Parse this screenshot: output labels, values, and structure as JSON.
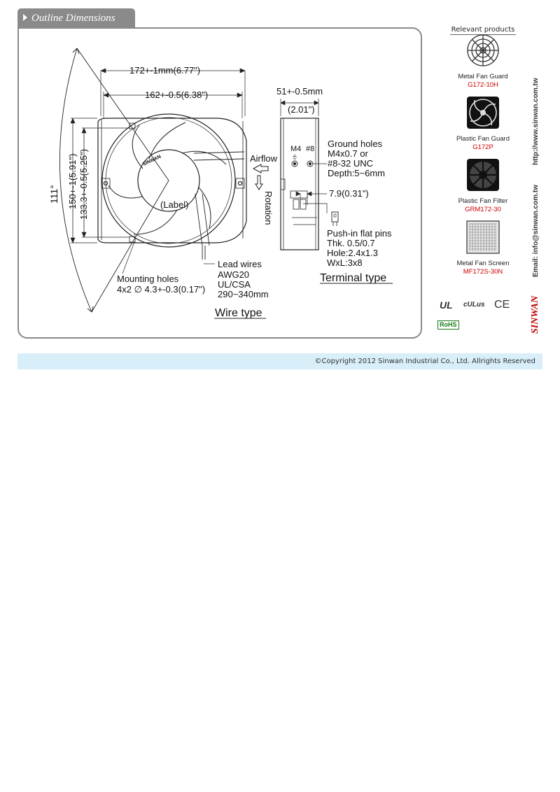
{
  "section": {
    "title": "Outline Dimensions"
  },
  "drawing": {
    "dim_172": "172+-1mm(6.77\")",
    "dim_162": "162+-0.5(6.38\")",
    "dim_150": "150+-1(5.91\")",
    "dim_133": "133.3+-0.5(5.25\")",
    "dim_111": "111°",
    "brand_on_fan": "SINWAN",
    "label_text": "(Label)",
    "airflow": "Airflow",
    "rotation": "Rotation",
    "mounting_holes_title": "Mounting holes",
    "mounting_holes_spec": "4x2 ∅ 4.3+-0.3(0.17\")",
    "lead_wires_title": "Lead wires",
    "lead_wires_awg": "AWG20",
    "lead_wires_ul": "UL/CSA",
    "lead_wires_len": "290~340mm",
    "wire_type": "Wire type",
    "dim_51": "51+-0.5mm",
    "dim_201": "(2.01\")",
    "m4": "M4",
    "hash8": "#8",
    "ground_title": "Ground holes",
    "ground_m4": "M4x0.7 or",
    "ground_unc": "#8-32 UNC",
    "ground_depth": "Depth:5~6mm",
    "dim_79": "7.9(0.31\")",
    "pins_title": "Push-in flat pins",
    "pins_thk": "Thk. 0.5/0.7",
    "pins_hole": "Hole:2.4x1.3",
    "pins_wxl": "WxL:3x8",
    "terminal_type": "Terminal type"
  },
  "sidebar": {
    "header": "Relevant products",
    "products": [
      {
        "name": "Metal Fan Guard",
        "code": "G172-10H",
        "icon": "metal-fan-guard-icon"
      },
      {
        "name": "Plastic Fan Guard",
        "code": "G172P",
        "icon": "plastic-fan-guard-icon"
      },
      {
        "name": "Plastic Fan Filter",
        "code": "GRM172-30",
        "icon": "plastic-fan-filter-icon"
      },
      {
        "name": "Metal Fan Screen",
        "code": "MF172S-30N",
        "icon": "metal-fan-screen-icon"
      }
    ],
    "website": "http://www.sinwan.com.tw",
    "email": "Email: info@sinwan.com.tw",
    "brand": "SINWAN",
    "certs": {
      "ul": "UL",
      "cul": "cULus",
      "ce": "CE",
      "rohs": "RoHS"
    }
  },
  "footer": {
    "copyright": "©Copyright 2012 Sinwan Industrial Co., Ltd. Allrights Reserved"
  },
  "colors": {
    "frame": "#8a8a8a",
    "code_red": "#cc0000",
    "footer_bg": "#d8eef9",
    "brand_red": "#c00000"
  }
}
